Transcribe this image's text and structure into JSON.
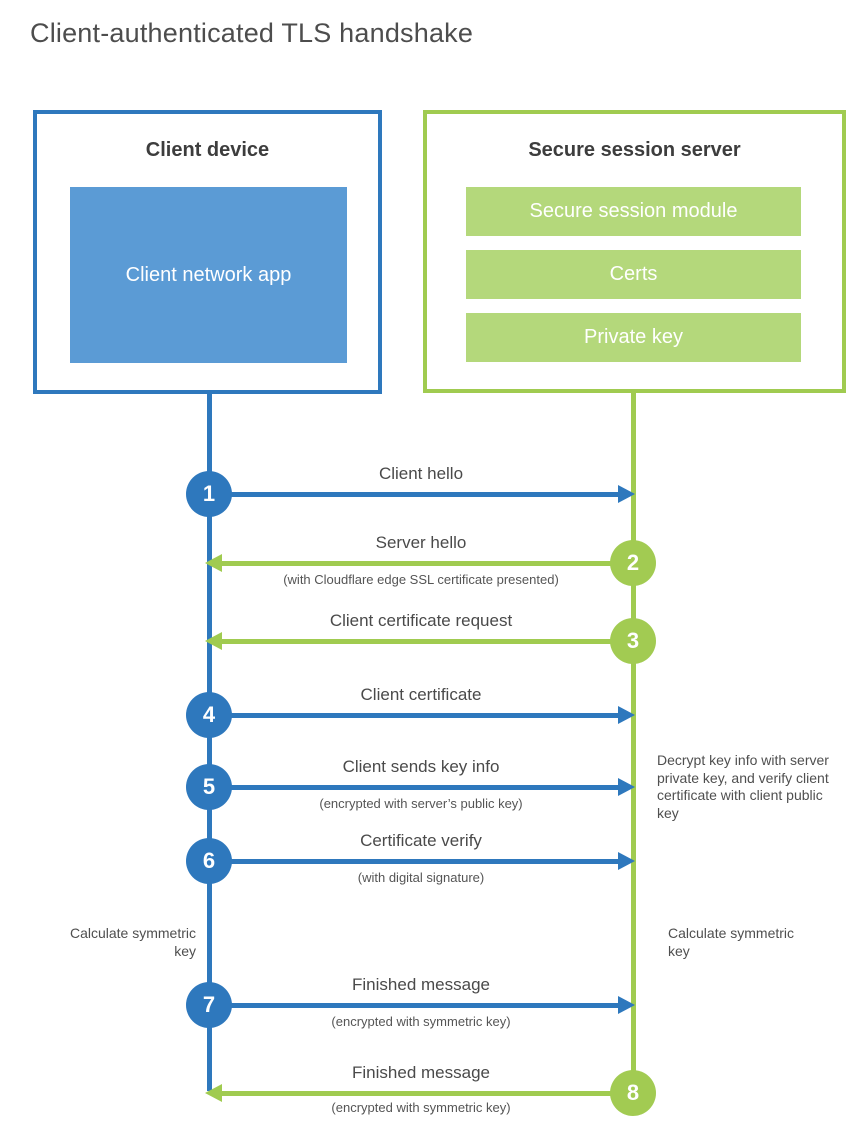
{
  "title": "Client-authenticated TLS handshake",
  "colors": {
    "blue_line": "#2e78bd",
    "blue_fill": "#5b9bd5",
    "green_line": "#a0cb50",
    "green_fill": "#b4d87b",
    "heading_text": "#3d3d3d",
    "label_text": "#4a4a4a"
  },
  "client": {
    "title": "Client device",
    "app_label": "Client network app"
  },
  "server": {
    "title": "Secure session server",
    "modules": [
      "Secure session module",
      "Certs",
      "Private key"
    ]
  },
  "messages": [
    {
      "num": "1",
      "from": "client",
      "label": "Client hello",
      "sublabel": ""
    },
    {
      "num": "2",
      "from": "server",
      "label": "Server hello",
      "sublabel": "(with Cloudflare edge SSL certificate presented)"
    },
    {
      "num": "3",
      "from": "server",
      "label": "Client certificate request",
      "sublabel": ""
    },
    {
      "num": "4",
      "from": "client",
      "label": "Client certificate",
      "sublabel": ""
    },
    {
      "num": "5",
      "from": "client",
      "label": "Client sends key info",
      "sublabel": "(encrypted with server’s public key)"
    },
    {
      "num": "6",
      "from": "client",
      "label": "Certificate verify",
      "sublabel": "(with digital signature)"
    },
    {
      "num": "7",
      "from": "client",
      "label": "Finished message",
      "sublabel": "(encrypted with symmetric key)"
    },
    {
      "num": "8",
      "from": "server",
      "label": "Finished message",
      "sublabel": "(encrypted with symmetric key)"
    }
  ],
  "notes": {
    "decrypt": "Decrypt key info with server private key, and verify client certificate with client public key",
    "calc_left": "Calculate symmetric key",
    "calc_right": "Calculate symmetric key"
  }
}
